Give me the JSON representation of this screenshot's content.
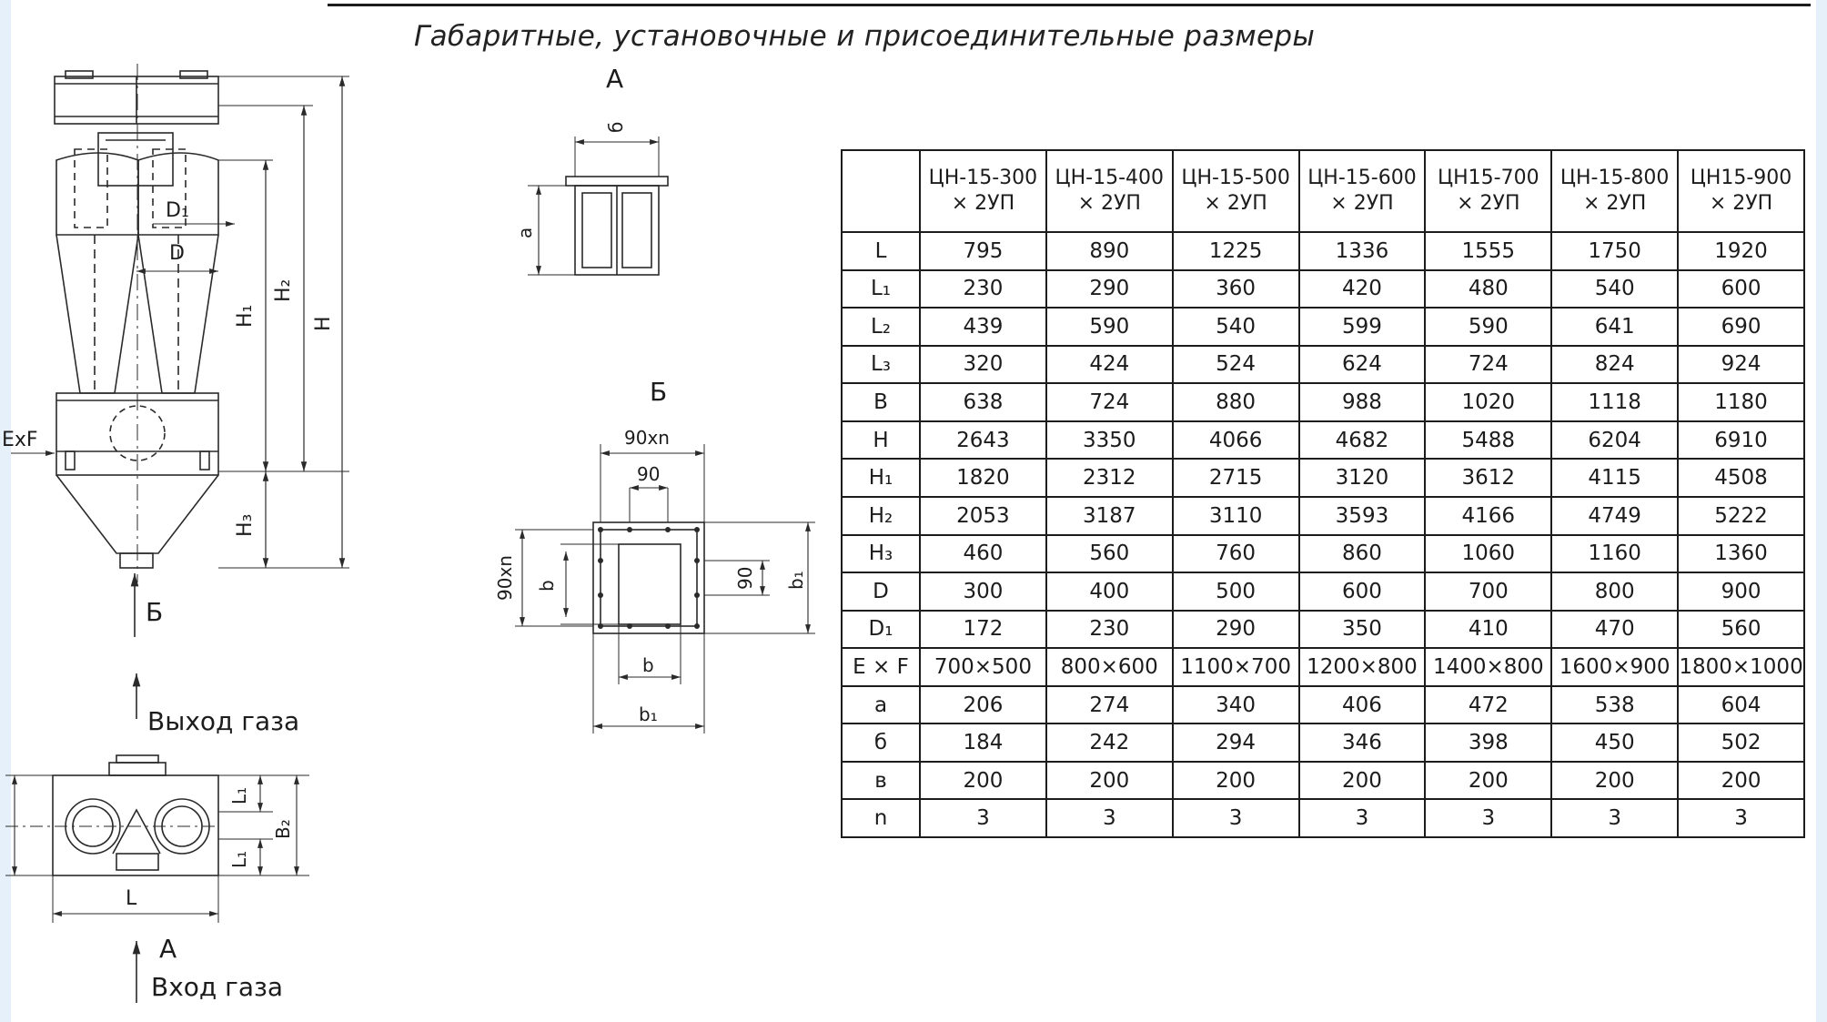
{
  "title": "Габаритные, установочные и присоединительные размеры",
  "labels": {
    "view_a": "А",
    "view_b": "Б",
    "gas_out": "Выход газа",
    "gas_in": "Вход газа",
    "arrow_b": "Б",
    "arrow_a": "А",
    "dim_d1": "D₁",
    "dim_d": "D",
    "dim_h1": "H₁",
    "dim_h2": "H₂",
    "dim_h": "H",
    "dim_h3": "H₃",
    "dim_exf": "ExF",
    "dim_b_small": "б",
    "dim_a": "а",
    "dim_90xn_top": "90xn",
    "dim_90_top": "90",
    "dim_90xn_side": "90xn",
    "dim_b_left": "b",
    "dim_90_right": "90",
    "dim_b1_right": "b₁",
    "dim_b_bottom": "b",
    "dim_b1_bottom": "b₁",
    "dim_l1_top": "L₁",
    "dim_l1_bot": "L₁",
    "dim_b2": "B₂",
    "dim_l": "L"
  },
  "table": {
    "corner": "",
    "columns": [
      "ЦН-15-300 × 2УП",
      "ЦН-15-400 × 2УП",
      "ЦН-15-500 × 2УП",
      "ЦН-15-600 × 2УП",
      "ЦН15-700 × 2УП",
      "ЦН-15-800 × 2УП",
      "ЦН15-900 × 2УП"
    ],
    "rows": [
      {
        "param": "L",
        "values": [
          "795",
          "890",
          "1225",
          "1336",
          "1555",
          "1750",
          "1920"
        ]
      },
      {
        "param": "L₁",
        "values": [
          "230",
          "290",
          "360",
          "420",
          "480",
          "540",
          "600"
        ]
      },
      {
        "param": "L₂",
        "values": [
          "439",
          "590",
          "540",
          "599",
          "590",
          "641",
          "690"
        ]
      },
      {
        "param": "L₃",
        "values": [
          "320",
          "424",
          "524",
          "624",
          "724",
          "824",
          "924"
        ]
      },
      {
        "param": "B",
        "values": [
          "638",
          "724",
          "880",
          "988",
          "1020",
          "1118",
          "1180"
        ]
      },
      {
        "param": "H",
        "values": [
          "2643",
          "3350",
          "4066",
          "4682",
          "5488",
          "6204",
          "6910"
        ]
      },
      {
        "param": "H₁",
        "values": [
          "1820",
          "2312",
          "2715",
          "3120",
          "3612",
          "4115",
          "4508"
        ]
      },
      {
        "param": "H₂",
        "values": [
          "2053",
          "3187",
          "3110",
          "3593",
          "4166",
          "4749",
          "5222"
        ]
      },
      {
        "param": "H₃",
        "values": [
          "460",
          "560",
          "760",
          "860",
          "1060",
          "1160",
          "1360"
        ]
      },
      {
        "param": "D",
        "values": [
          "300",
          "400",
          "500",
          "600",
          "700",
          "800",
          "900"
        ]
      },
      {
        "param": "D₁",
        "values": [
          "172",
          "230",
          "290",
          "350",
          "410",
          "470",
          "560"
        ]
      },
      {
        "param": "E × F",
        "values": [
          "700×500",
          "800×600",
          "1100×700",
          "1200×800",
          "1400×800",
          "1600×900",
          "1800×1000"
        ]
      },
      {
        "param": "a",
        "values": [
          "206",
          "274",
          "340",
          "406",
          "472",
          "538",
          "604"
        ]
      },
      {
        "param": "б",
        "values": [
          "184",
          "242",
          "294",
          "346",
          "398",
          "450",
          "502"
        ]
      },
      {
        "param": "в",
        "values": [
          "200",
          "200",
          "200",
          "200",
          "200",
          "200",
          "200"
        ]
      },
      {
        "param": "n",
        "values": [
          "3",
          "3",
          "3",
          "3",
          "3",
          "3",
          "3"
        ]
      }
    ]
  }
}
